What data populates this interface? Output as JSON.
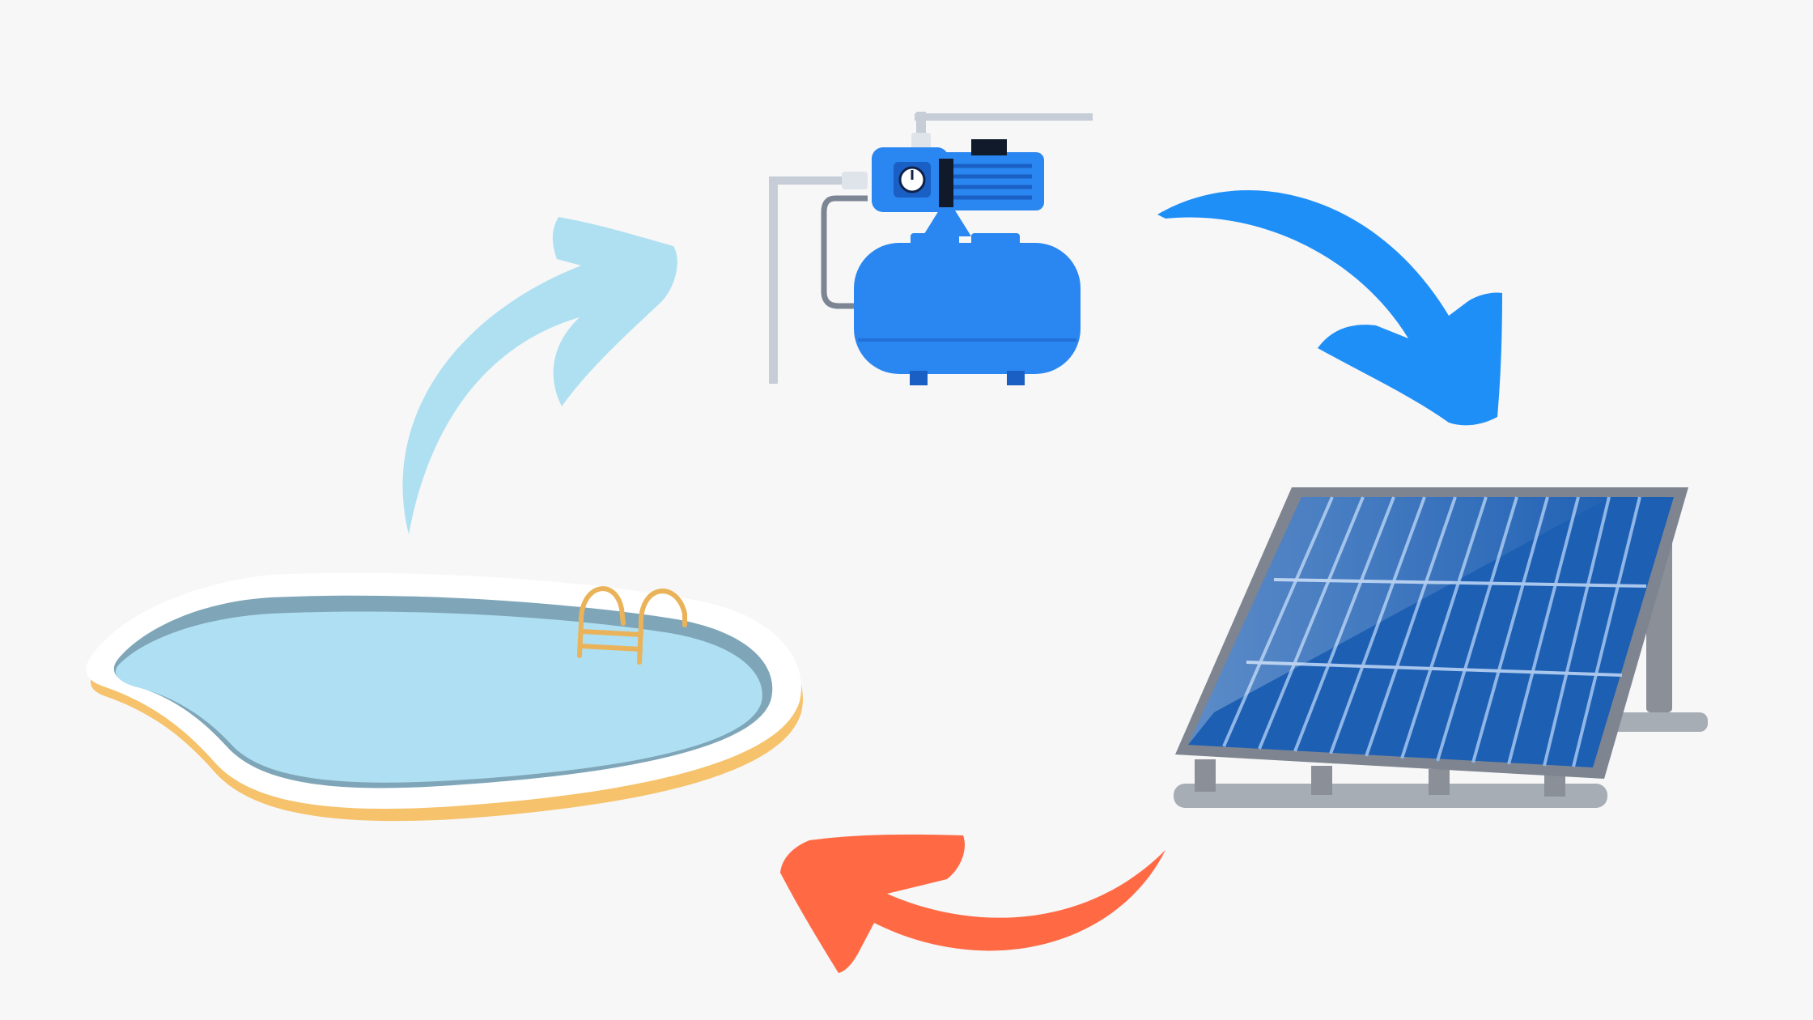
{
  "diagram": {
    "nodes": [
      {
        "id": "pump",
        "icon": "water-pump-icon"
      },
      {
        "id": "solar",
        "icon": "solar-panel-icon"
      },
      {
        "id": "pool",
        "icon": "swimming-pool-icon"
      }
    ],
    "flow": [
      {
        "from": "pool",
        "to": "pump",
        "icon": "curved-arrow-icon",
        "color": "#afe0f2"
      },
      {
        "from": "pump",
        "to": "solar",
        "icon": "curved-arrow-icon",
        "color": "#1f8ff8"
      },
      {
        "from": "solar",
        "to": "pool",
        "icon": "curved-arrow-icon",
        "color": "#ff6a45"
      }
    ],
    "colors": {
      "background": "#f7f7f7",
      "pump_blue": "#2a86f0",
      "pool_water": "#afdff2",
      "pool_rim_accent": "#f6c26b",
      "solar_cell": "#1d5fb3",
      "frame_gray": "#8b9098"
    }
  }
}
